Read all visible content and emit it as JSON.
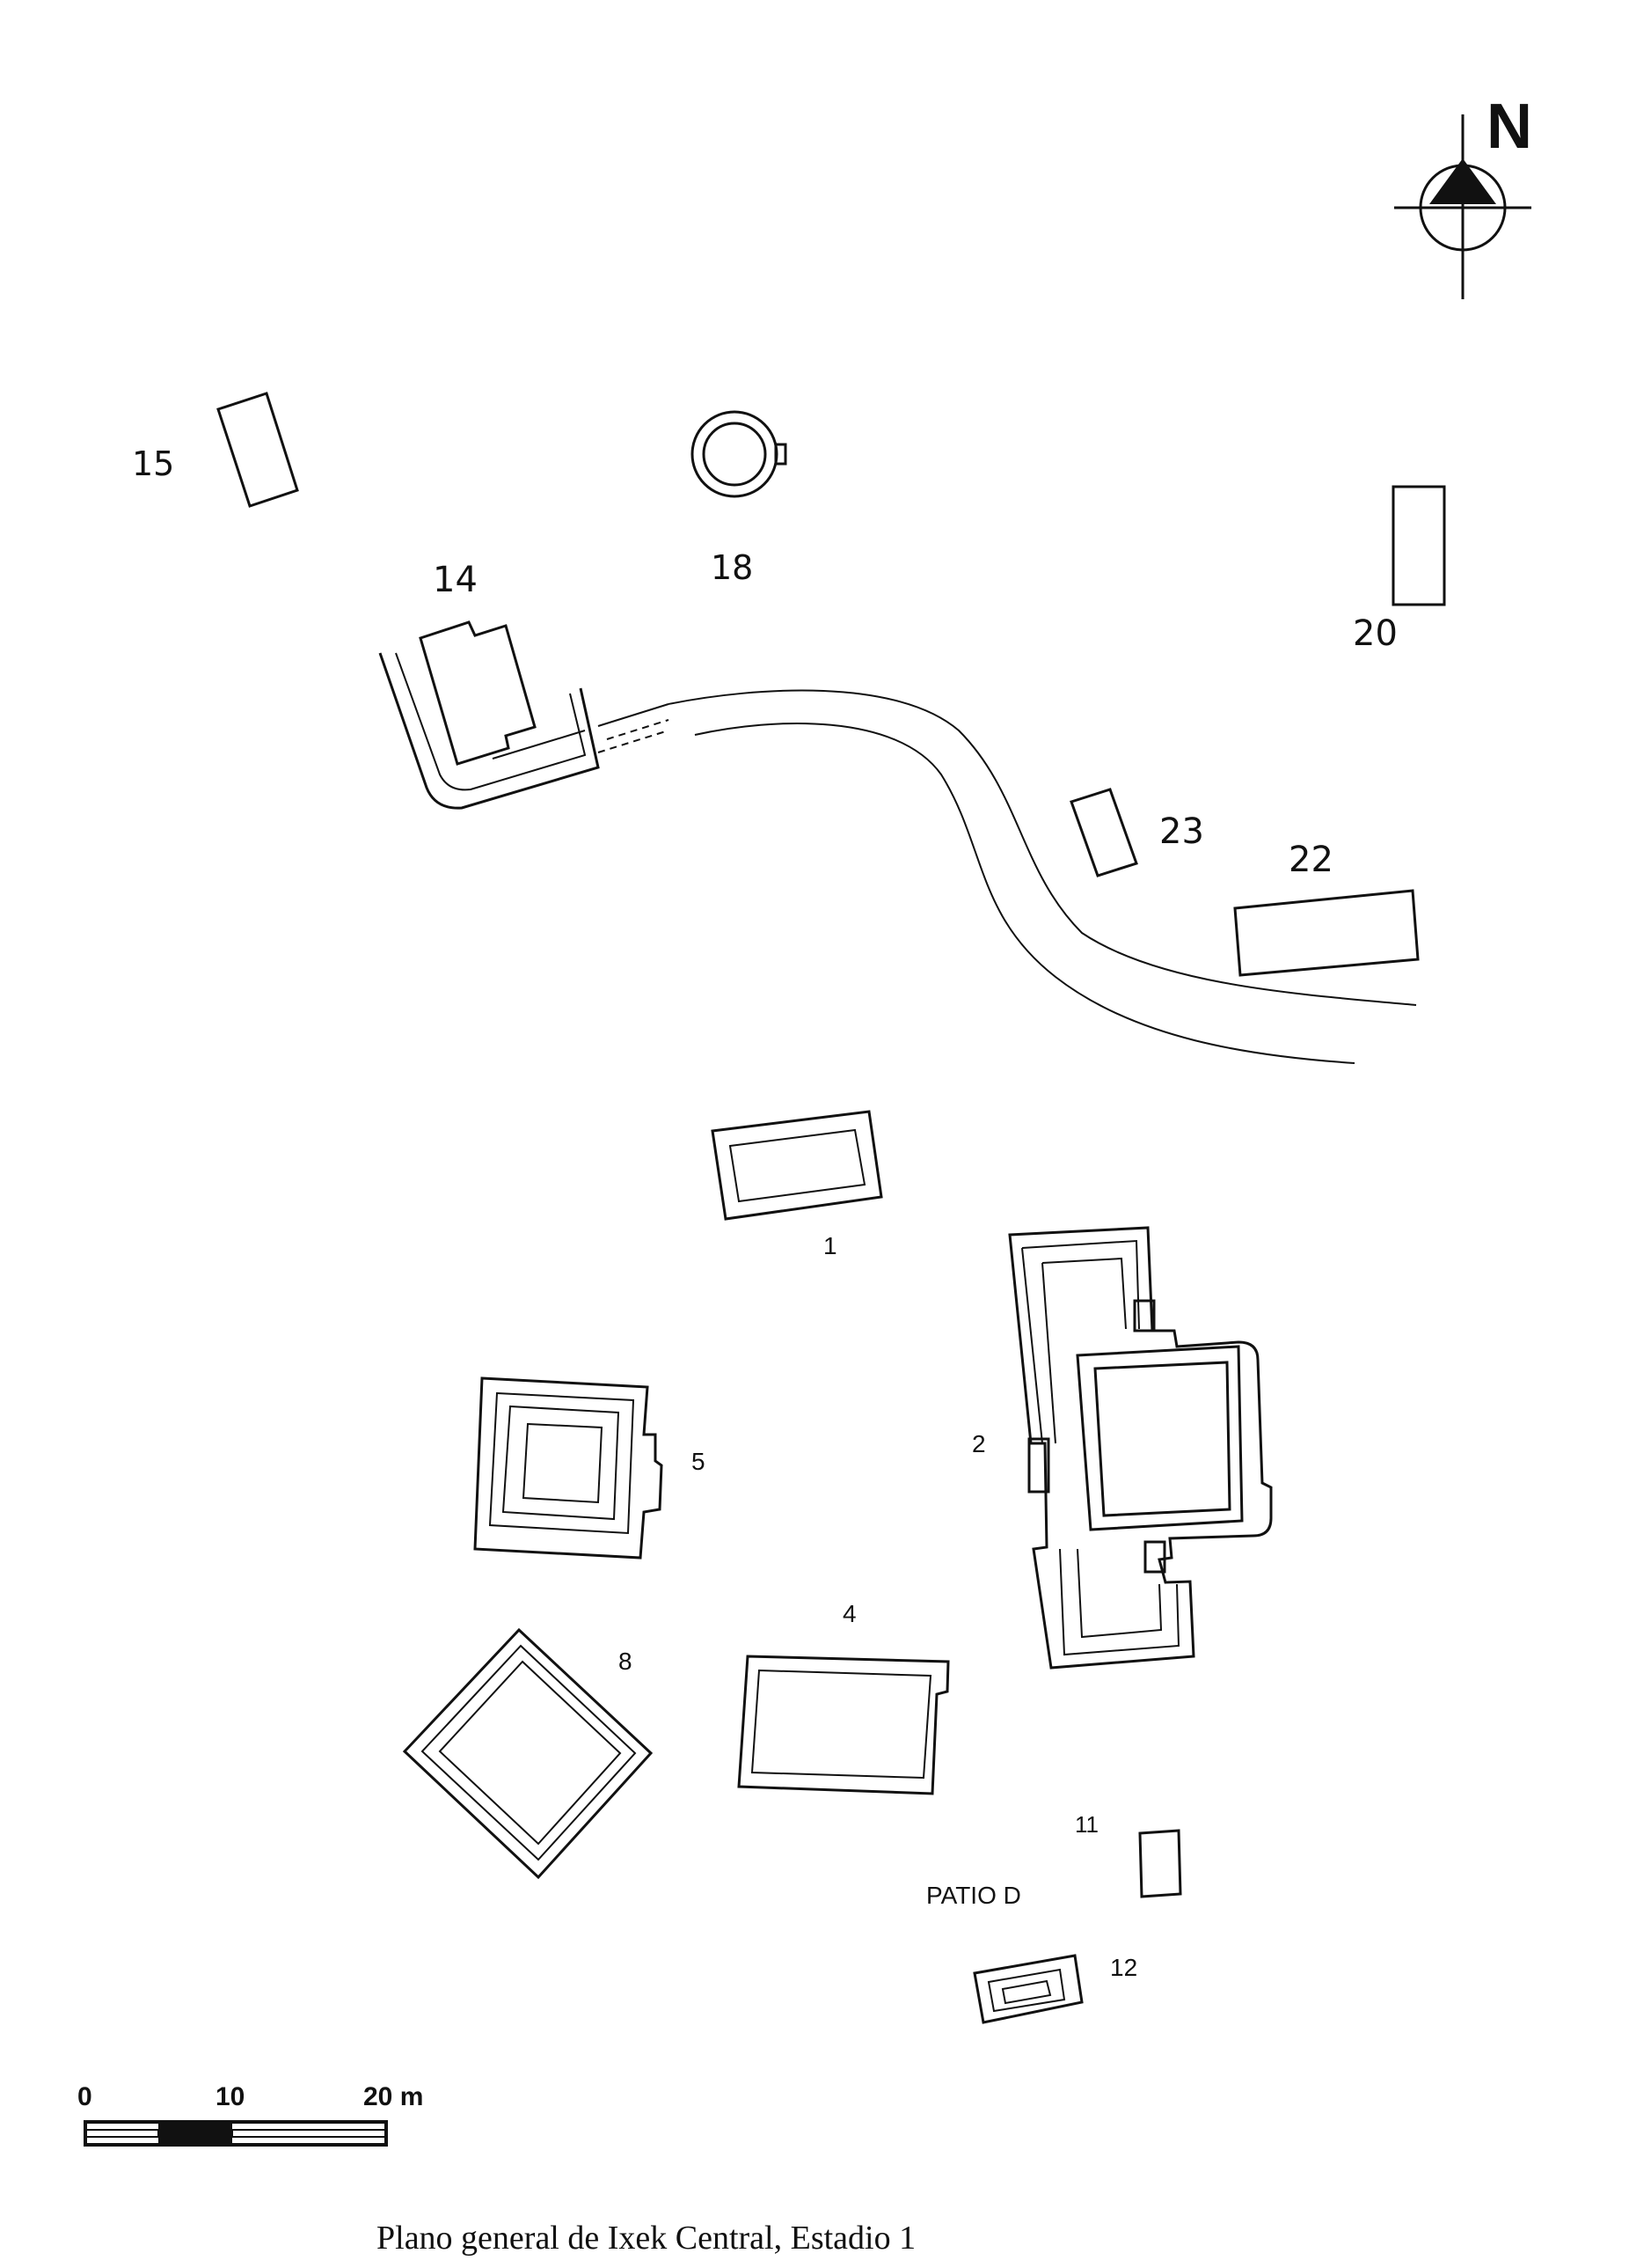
{
  "caption": "Plano general de Ixek Central, Estadio 1",
  "north_label": "N",
  "structures": {
    "s1": "1",
    "s2": "2",
    "s4": "4",
    "s5": "5",
    "s8": "8",
    "s11": "11",
    "s12": "12",
    "s14": "14",
    "s15": "15",
    "s18": "18",
    "s20": "20",
    "s22": "22",
    "s23": "23"
  },
  "patio_label": "PATIO D",
  "scale_bar": {
    "tick0": "0",
    "tick1": "10",
    "tick2": "20 m"
  }
}
